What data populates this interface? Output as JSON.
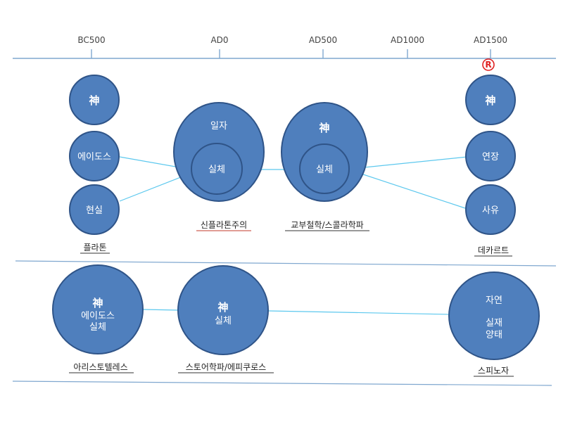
{
  "timeline": {
    "ticks": [
      "BC500",
      "AD0",
      "AD500",
      "AD1000",
      "AD1500"
    ],
    "marker": "R"
  },
  "nodes": {
    "plato_god": "神",
    "plato_eidos": "에이도스",
    "plato_reality": "현실",
    "neo_one": "일자",
    "neo_substance": "실체",
    "sch_god": "神",
    "sch_substance": "실체",
    "desc_god": "神",
    "desc_extension": "연장",
    "desc_thought": "사유",
    "ari_lines": [
      "神",
      "에이도스",
      "실체"
    ],
    "stoic_lines": [
      "神",
      "실체"
    ],
    "spi_lines": [
      "자연",
      "실재",
      "양태"
    ]
  },
  "labels": {
    "plato": "플라톤",
    "neoplatonism": "신플라톤주의",
    "scholastic": "교부철학/스콜라학파",
    "descartes": "데카르트",
    "aristotle": "아리스토텔레스",
    "stoic": "스토어학파/에피쿠로스",
    "spinoza": "스피노자"
  },
  "colors": {
    "node_fill": "#4f7fbd",
    "node_stroke": "#2f5488",
    "axis": "#7fa7cf",
    "connector": "#5cc8ee",
    "marker": "#e02020"
  }
}
